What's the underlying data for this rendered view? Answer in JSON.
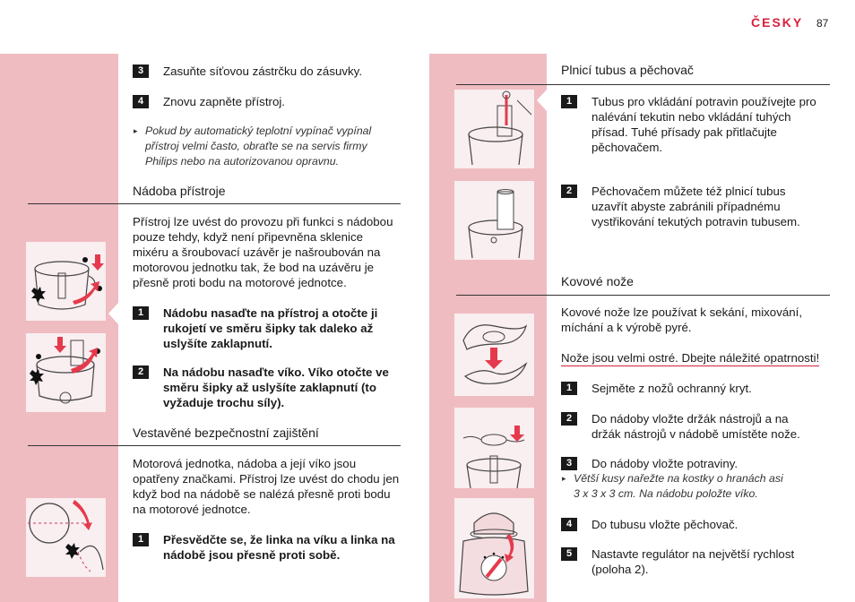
{
  "header": {
    "language": "ČESKY",
    "page_number": "87"
  },
  "left": {
    "step3": {
      "num": "3",
      "text": "Zasuňte síťovou zástrčku do zásuvky."
    },
    "step4": {
      "num": "4",
      "text": "Znovu zapněte přístroj."
    },
    "note_lines": [
      "Pokud by automatický teplotní vypínač vypínal",
      "přístroj velmi často, obraťte se na servis firmy",
      "Philips nebo na autorizovanou opravnu."
    ],
    "section1": {
      "title": "Nádoba přístroje",
      "body_lines": [
        "Přístroj lze uvést do provozu při funkci s nádobou",
        "pouze tehdy, když není připevněna sklenice",
        "mixéru a šroubovací uzávěr je našroubován na",
        "motorovou jednotku tak, že bod na uzávěru je",
        "přesně proti bodu na motorové jednotce."
      ],
      "step1": {
        "num": "1",
        "lines": [
          "Nádobu nasaďte na přístroj a otočte ji",
          "rukojetí ve směru šipky tak daleko až",
          "uslyšíte zaklapnutí."
        ]
      },
      "step2": {
        "num": "2",
        "lines": [
          "Na nádobu nasaďte víko. Víko otočte ve",
          "směru šipky až uslyšíte zaklapnutí (to",
          "vyžaduje trochu síly)."
        ]
      }
    },
    "section2": {
      "title": "Vestavěné bezpečnostní zajištění",
      "body_lines": [
        "Motorová jednotka, nádoba a její víko jsou",
        "opatřeny značkami. Přístroj lze uvést do chodu jen",
        "když bod na nádobě se nalézá přesně proti bodu",
        "na motorové jednotce."
      ],
      "step1": {
        "num": "1",
        "lines": [
          "Přesvědčte se, že linka na víku a linka na",
          "nádobě jsou přesně proti sobě."
        ]
      }
    }
  },
  "right": {
    "section1": {
      "title": "Plnicí tubus a pěchovač",
      "step1": {
        "num": "1",
        "lines": [
          "Tubus pro vkládání potravin používejte pro",
          "nalévání tekutin nebo vkládání tuhých",
          "přísad. Tuhé přísady pak přitlačujte",
          "pěchovačem."
        ]
      },
      "step2": {
        "num": "2",
        "lines": [
          "Pěchovačem můžete též plnicí tubus",
          "uzavřít abyste zabránili případnému",
          "vystřikování tekutých potravin tubusem."
        ]
      }
    },
    "section2": {
      "title": "Kovové nože",
      "body_lines": [
        "Kovové nože lze používat k sekání, mixování,",
        "míchání a k výrobě pyré."
      ],
      "warning": "Nože jsou velmi ostré. Dbejte náležité opatrnosti!",
      "step1": {
        "num": "1",
        "text": "Sejměte z nožů ochranný kryt."
      },
      "step2": {
        "num": "2",
        "lines": [
          "Do nádoby vložte držák nástrojů a na",
          "držák nástrojů v nádobě umístěte nože."
        ]
      },
      "step3": {
        "num": "3",
        "text": "Do nádoby vložte potraviny."
      },
      "note_lines": [
        "Větší kusy nařežte na kostky o hranách asi",
        "3 x 3 x 3 cm. Na nádobu položte víko."
      ],
      "step4": {
        "num": "4",
        "text": "Do tubusu vložte pěchovač."
      },
      "step5": {
        "num": "5",
        "lines": [
          "Nastavte regulátor na největší rychlost",
          "(poloha 2)."
        ]
      }
    }
  },
  "colors": {
    "accent_red": "#d6213c",
    "band_pink": "#efbcc1"
  }
}
